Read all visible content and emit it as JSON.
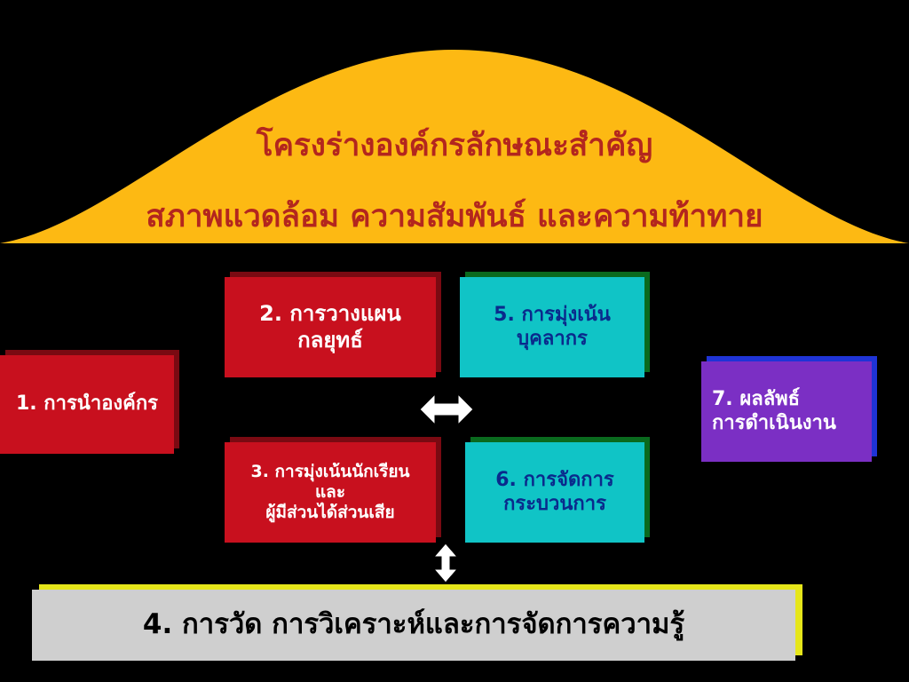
{
  "dome": {
    "line1": "โครงร่างองค์กรลักษณะสำคัญ",
    "line2": "สภาพแวดล้อม ความสัมพันธ์ และความท้าทาย",
    "fill_color": "#FDB913",
    "text_color": "#B3261E"
  },
  "boxes": {
    "leadership": {
      "lines": [
        "1. การนำองค์กร"
      ],
      "color": "#C8101E"
    },
    "strategy": {
      "lines": [
        "2. การวางแผน",
        "กลยุทธ์"
      ],
      "color": "#C8101E"
    },
    "customer": {
      "lines": [
        "3. การมุ่งเน้นนักเรียน",
        "และ",
        "ผู้มีส่วนได้ส่วนเสีย"
      ],
      "color": "#C8101E"
    },
    "measurement": {
      "lines": [
        "4. การวัด การวิเคราะห์และการจัดการความรู้"
      ],
      "color": "#CFCFCF"
    },
    "workforce": {
      "lines": [
        "5. การมุ่งเน้น",
        "บุคลากร"
      ],
      "color": "#10C4C6"
    },
    "process": {
      "lines": [
        "6. การจัดการ",
        "กระบวนการ"
      ],
      "color": "#10C4C6"
    },
    "results": {
      "lines": [
        "7. ผลลัพธ์",
        "การดำเนินงาน"
      ],
      "color": "#7B2FC4"
    }
  },
  "arrows": {
    "horizontal": {
      "type": "double-headed",
      "direction": "left-right"
    },
    "vertical": {
      "type": "double-headed",
      "direction": "up-down"
    }
  }
}
